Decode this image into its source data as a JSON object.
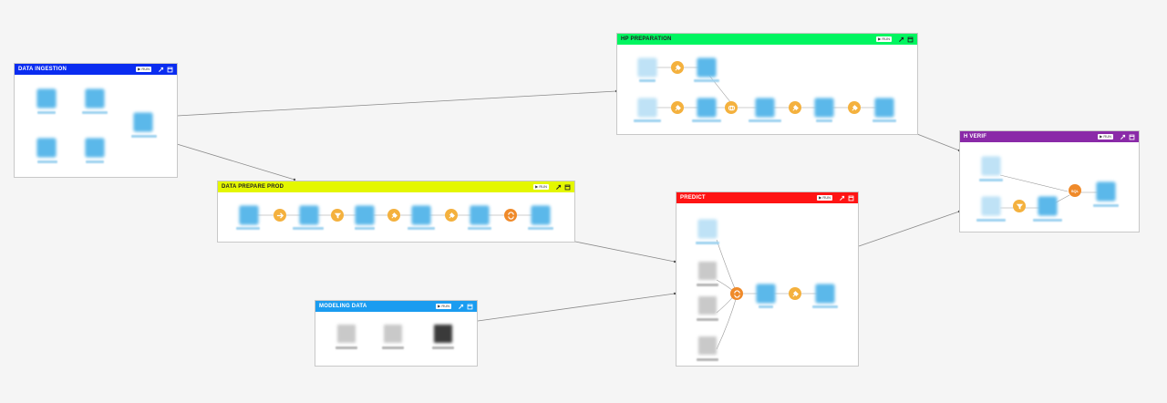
{
  "run_label": "▶ RUN",
  "zones": [
    {
      "key": "ingest",
      "title": "DATA INGESTION",
      "color": "#0a2cf0",
      "text": "#ffffff"
    },
    {
      "key": "prep_prod",
      "title": "DATA PREPARE PROD",
      "color": "#e4f700",
      "text": "#222222"
    },
    {
      "key": "modeling",
      "title": "MODELING DATA",
      "color": "#1a9cf0",
      "text": "#ffffff"
    },
    {
      "key": "hp_prep",
      "title": "HP PREPARATION",
      "color": "#00f560",
      "text": "#222222"
    },
    {
      "key": "predict",
      "title": "PREDICT",
      "color": "#ff1414",
      "text": "#ffffff"
    },
    {
      "key": "h_verif",
      "title": "H VERIF",
      "color": "#8a2aa8",
      "text": "#ffffff"
    }
  ],
  "recipes": {
    "sql": "SQL"
  },
  "icons": [
    "play-icon",
    "expand-icon",
    "window-icon",
    "dataset-icon",
    "recipe-icon",
    "filter-icon",
    "sync-icon",
    "join-icon"
  ]
}
